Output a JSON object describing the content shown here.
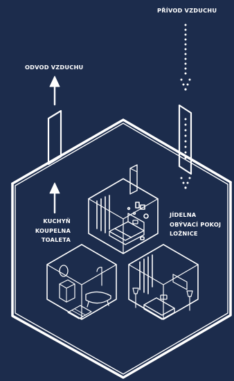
{
  "labels": {
    "supply": "PŘÍVOD VZDUCHU",
    "exhaust": "ODVOD VZDUCHU",
    "exhaust_rooms": [
      "KUCHYŇ",
      "KOUPELNA",
      "TOALETA"
    ],
    "supply_rooms": [
      "JÍDELNA",
      "OBÝVACÍ POKOJ",
      "LOŽNICE"
    ]
  },
  "colors": {
    "background": "#1c2c4c",
    "line": "#ffffff"
  },
  "icons": [
    "arrow-up-icon",
    "arrow-down-icon",
    "dotted-arrow-icon",
    "duct-icon",
    "house-cutaway-icon",
    "bed-icon",
    "bathtub-icon",
    "sofa-icon",
    "mirror-icon",
    "lamp-icon"
  ]
}
